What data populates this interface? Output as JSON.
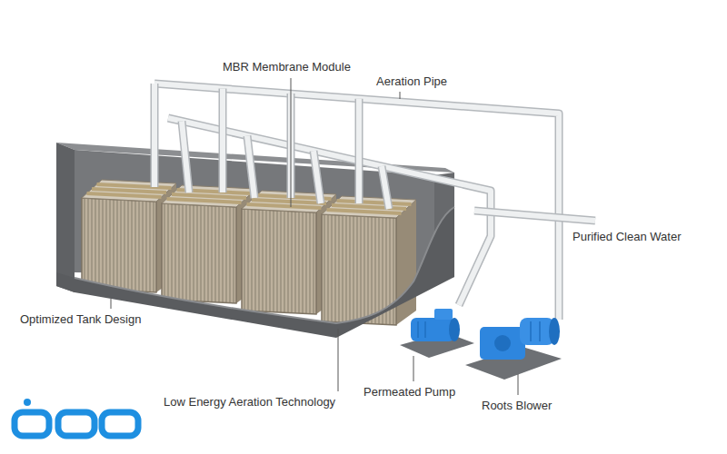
{
  "diagram": {
    "labels": [
      "MBR Membrane Module",
      "Aeration Pipe",
      "Purified Clean Water",
      "Optimized Tank Design",
      "Low Energy Aeration Technology",
      "Permeated Pump",
      "Roots Blower"
    ]
  }
}
